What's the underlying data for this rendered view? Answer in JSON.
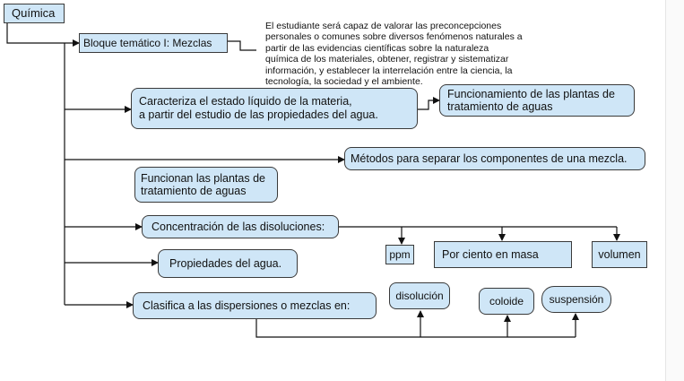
{
  "nodes": {
    "root": "Química",
    "bloque": "Bloque temático I: Mezclas",
    "caracteriza": "Caracteriza el estado líquido de la materia,\na partir del  estudio de las propiedades del agua.",
    "funcionamiento": "Funcionamiento de las plantas de\ntratamiento de aguas",
    "metodos": "Métodos para separar los componentes de una mezcla.",
    "funcionan": "Funcionan las plantas de\ntratamiento de aguas",
    "concentracion": "Concentración de las disoluciones:",
    "ppm": "ppm",
    "por_ciento": "Por ciento en masa",
    "volumen": "volumen",
    "propiedades": "Propiedades del agua.",
    "clasifica": "Clasifica a las dispersiones o mezclas en:",
    "disolucion": "disolución",
    "coloide": "coloide",
    "suspension": "suspensión"
  },
  "note": "El estudiante será capaz de valorar las preconcepciones\npersonales o comunes sobre diversos fenómenos naturales a\npartir de las evidencias científicas sobre la naturaleza\nquímica de los materiales, obtener, registrar y sistematizar\ninformación,  y establecer la interrelación entre la ciencia, la\ntecnología, la sociedad y el ambiente."
}
